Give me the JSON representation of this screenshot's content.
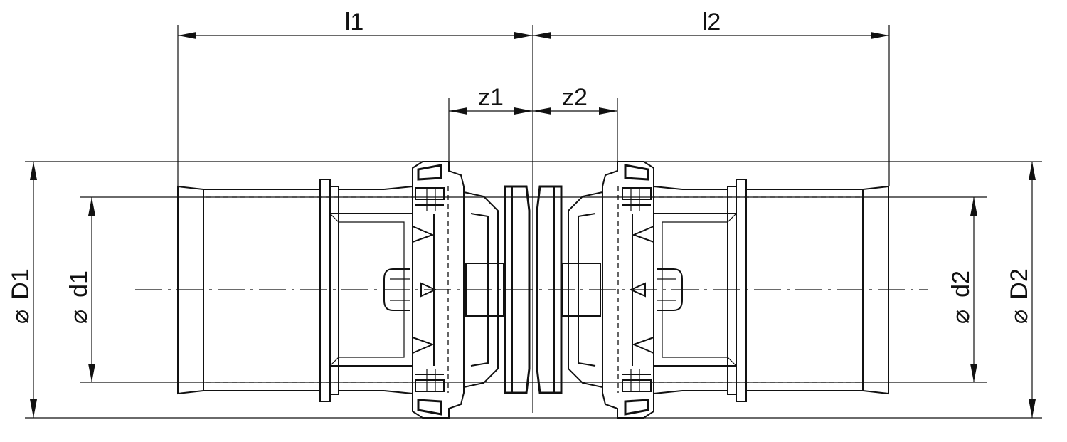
{
  "dimensions": {
    "l1": "l1",
    "l2": "l2",
    "z1": "z1",
    "z2": "z2",
    "D1": "D1",
    "d1": "d1",
    "d2": "d2",
    "D2": "D2",
    "diameter_symbol": "⌀"
  },
  "colors": {
    "line": "#111111",
    "background": "#ffffff"
  }
}
